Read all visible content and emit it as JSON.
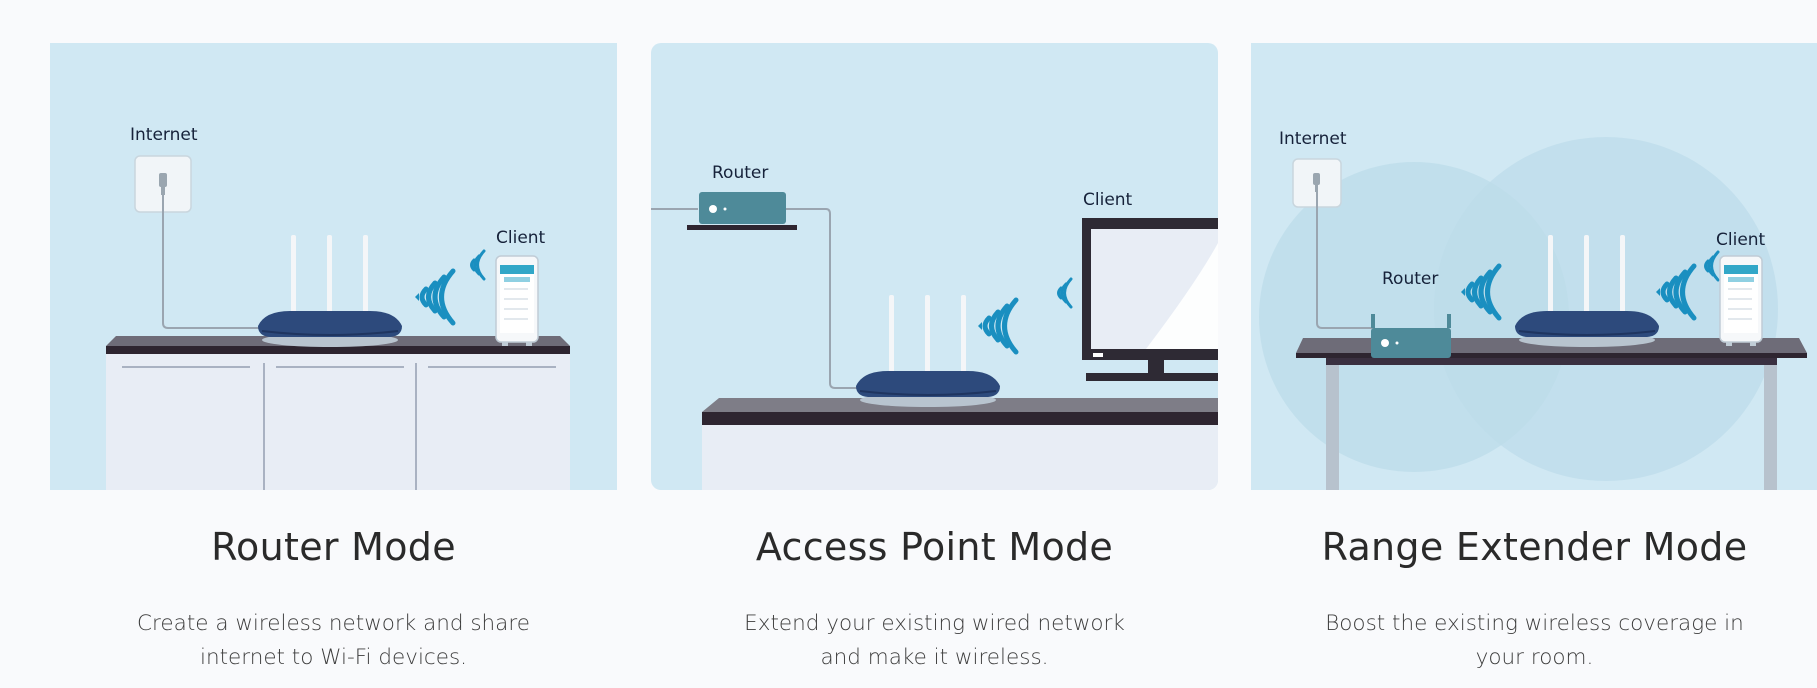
{
  "modes": [
    {
      "title": "Router Mode",
      "description": "Create a wireless network and share internet to Wi-Fi devices.",
      "labels": {
        "internet": "Internet",
        "client": "Client"
      }
    },
    {
      "title": "Access Point Mode",
      "description": "Extend your existing wired network and make it wireless.",
      "labels": {
        "router": "Router",
        "client": "Client"
      }
    },
    {
      "title": "Range Extender Mode",
      "description": "Boost the existing wireless coverage in your room.",
      "labels": {
        "internet": "Internet",
        "router": "Router",
        "client": "Client"
      }
    }
  ],
  "colors": {
    "panel_bg": "#d0e8f3",
    "wifi_waves": "#1a8fc0",
    "router_body": "#2d4a7c",
    "upstream_router": "#4e8a99",
    "counter_top": "#5c5c66"
  },
  "icons": [
    "wall-socket-icon",
    "wifi-router-icon",
    "wifi-signal-icon",
    "smartphone-icon",
    "monitor-icon",
    "upstream-router-icon"
  ]
}
